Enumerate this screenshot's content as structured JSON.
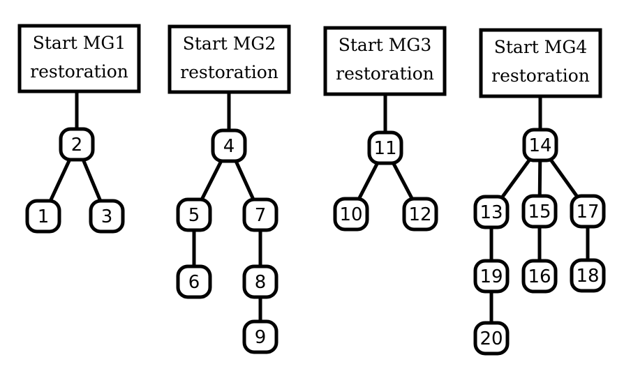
{
  "diagram": {
    "trees": [
      {
        "id": "mg1",
        "start_line1": "Start MG1",
        "start_line2": "restoration",
        "nodes": [
          "2",
          "1",
          "3"
        ],
        "edges": [
          [
            "start",
            "2"
          ],
          [
            "2",
            "1"
          ],
          [
            "2",
            "3"
          ]
        ]
      },
      {
        "id": "mg2",
        "start_line1": "Start MG2",
        "start_line2": "restoration",
        "nodes": [
          "4",
          "5",
          "7",
          "6",
          "8",
          "9"
        ],
        "edges": [
          [
            "start",
            "4"
          ],
          [
            "4",
            "5"
          ],
          [
            "4",
            "7"
          ],
          [
            "5",
            "6"
          ],
          [
            "7",
            "8"
          ],
          [
            "8",
            "9"
          ]
        ]
      },
      {
        "id": "mg3",
        "start_line1": "Start MG3",
        "start_line2": "restoration",
        "nodes": [
          "11",
          "10",
          "12"
        ],
        "edges": [
          [
            "start",
            "11"
          ],
          [
            "11",
            "10"
          ],
          [
            "11",
            "12"
          ]
        ]
      },
      {
        "id": "mg4",
        "start_line1": "Start MG4",
        "start_line2": "restoration",
        "nodes": [
          "14",
          "13",
          "15",
          "17",
          "19",
          "16",
          "18",
          "20"
        ],
        "edges": [
          [
            "start",
            "14"
          ],
          [
            "14",
            "13"
          ],
          [
            "14",
            "15"
          ],
          [
            "14",
            "17"
          ],
          [
            "13",
            "19"
          ],
          [
            "15",
            "16"
          ],
          [
            "17",
            "18"
          ],
          [
            "19",
            "20"
          ]
        ]
      }
    ]
  }
}
